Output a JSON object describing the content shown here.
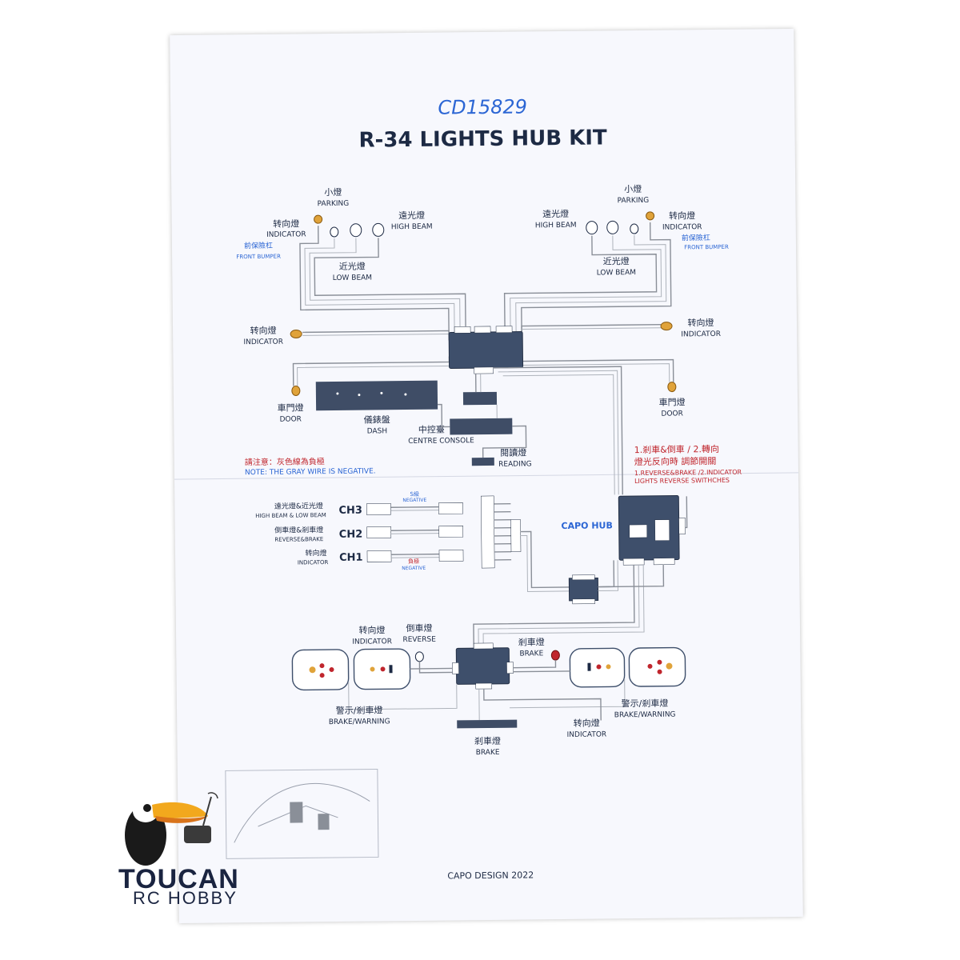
{
  "doc": {
    "code": "CD15829",
    "title": "R-34 LIGHTS HUB KIT",
    "footer": "CAPO DESIGN 2022"
  },
  "labels": {
    "tl_parking_cn": "小燈",
    "tl_parking_en": "PARKING",
    "tl_indicator_cn": "转向燈",
    "tl_indicator_en": "INDICATOR",
    "tl_bumper_cn": "前保險杠",
    "tl_bumper_en": "FRONT BUMPER",
    "tl_high_cn": "遠光燈",
    "tl_high_en": "HIGH BEAM",
    "tl_low_cn": "近光燈",
    "tl_low_en": "LOW BEAM",
    "tr_parking_cn": "小燈",
    "tr_parking_en": "PARKING",
    "tr_high_cn": "遠光燈",
    "tr_high_en": "HIGH BEAM",
    "tr_indicator_cn": "转向燈",
    "tr_indicator_en": "INDICATOR",
    "tr_bumper_cn": "前保險杠",
    "tr_bumper_en": "FRONT BUMPER",
    "tr_low_cn": "近光燈",
    "tr_low_en": "LOW BEAM",
    "l_indicator_cn": "转向燈",
    "l_indicator_en": "INDICATOR",
    "r_indicator_cn": "转向燈",
    "r_indicator_en": "INDICATOR",
    "l_door_cn": "車門燈",
    "l_door_en": "DOOR",
    "r_door_cn": "車門燈",
    "r_door_en": "DOOR",
    "dash_cn": "儀錶盤",
    "dash_en": "DASH",
    "console_cn": "中控臺",
    "console_en": "CENTRE CONSOLE",
    "reading_cn": "閱讀燈",
    "reading_en": "READING",
    "note_cn": "請注意：灰色線為負極",
    "note_en": "NOTE: THE GRAY WIRE IS NEGATIVE.",
    "switch_cn1": "1.剎車&倒車 / 2.轉向",
    "switch_cn2": "燈光反向時 調節開關",
    "switch_en1": "1.REVERSE&BRAKE /2.INDICATOR",
    "switch_en2": "LIGHTS REVERSE SWITHCHES",
    "capo_hub": "CAPO HUB",
    "ch3_cn": "遠光燈&近光燈",
    "ch3_en": "HIGH BEAM & LOW BEAM",
    "ch3": "CH3",
    "ch2_cn": "倒車燈&剎車燈",
    "ch2_en": "REVERSE&BRAKE",
    "ch2": "CH2",
    "ch1_cn": "转向燈",
    "ch1_en": "INDICATOR",
    "ch1": "CH1",
    "signal_cn": "S級",
    "signal_en": "NEGATIVE",
    "neg_cn": "負極",
    "neg_en": "NEGATIVE",
    "rear_ind_cn": "转向燈",
    "rear_ind_en": "INDICATOR",
    "rear_rev_cn": "倒車燈",
    "rear_rev_en": "REVERSE",
    "rear_brake_cn": "剎車燈",
    "rear_brake_en": "BRAKE",
    "bw_l_cn": "警示/剎車燈",
    "bw_l_en": "BRAKE/WARNING",
    "bw_r_cn": "警示/剎車燈",
    "bw_r_en": "BRAKE/WARNING",
    "b_ind_cn": "转向燈",
    "b_ind_en": "INDICATOR",
    "b_brake_cn": "剎車燈",
    "b_brake_en": "BRAKE"
  },
  "logo": {
    "line1": "TOUCAN",
    "line2": "RC HOBBY"
  },
  "colors": {
    "accent_blue": "#2c66d4",
    "warning_red": "#c0262d",
    "board": "#3e4f6b"
  }
}
